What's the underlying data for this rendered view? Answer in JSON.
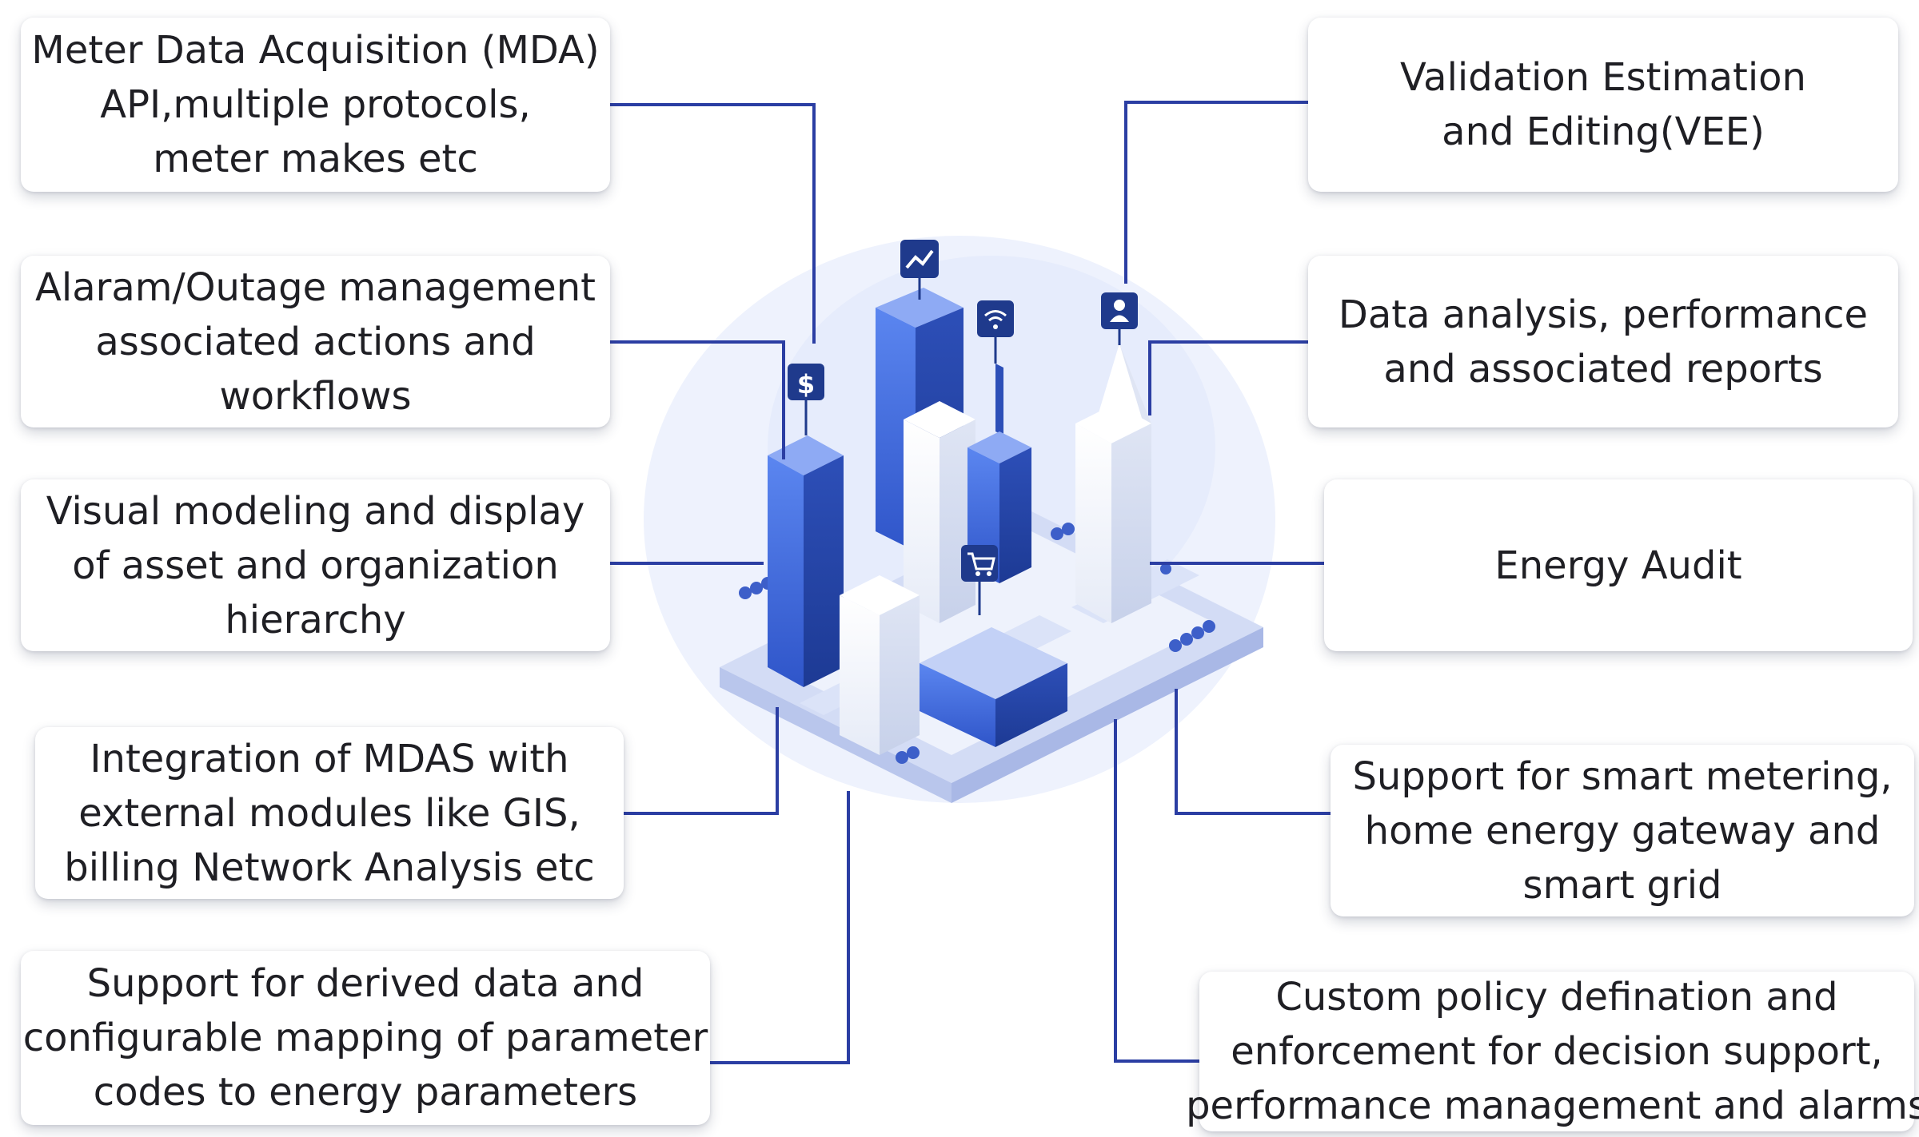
{
  "left_boxes": [
    {
      "lines": [
        "Meter Data Acquisition (MDA)",
        "API,multiple protocols,",
        "meter makes etc"
      ]
    },
    {
      "lines": [
        "Alaram/Outage management",
        "associated actions and",
        "workflows"
      ]
    },
    {
      "lines": [
        "Visual modeling and display",
        "of asset and organization",
        "hierarchy"
      ]
    },
    {
      "lines": [
        "Integration of MDAS with",
        "external modules like GIS,",
        "billing Network Analysis etc"
      ]
    },
    {
      "lines": [
        "Support for derived data and",
        "configurable mapping of parameter",
        "codes to energy parameters"
      ]
    }
  ],
  "right_boxes": [
    {
      "lines": [
        "Validation Estimation",
        "and Editing(VEE)"
      ]
    },
    {
      "lines": [
        "Data analysis, performance",
        "and associated reports"
      ]
    },
    {
      "lines": [
        "Energy Audit"
      ]
    },
    {
      "lines": [
        "Support for smart metering,",
        "home energy gateway and",
        "smart grid"
      ]
    },
    {
      "lines": [
        "Custom policy defination and",
        "enforcement for decision support,",
        "performance management and alarms"
      ]
    }
  ],
  "city_icons": [
    "chart-icon",
    "wifi-icon",
    "dollar-icon",
    "user-icon",
    "cart-icon"
  ],
  "colors": {
    "connector": "#2b3ea3",
    "icon_badge": "#1f3a8c",
    "building_blue": "#3e67e0",
    "platform": "#e2e9fb"
  }
}
